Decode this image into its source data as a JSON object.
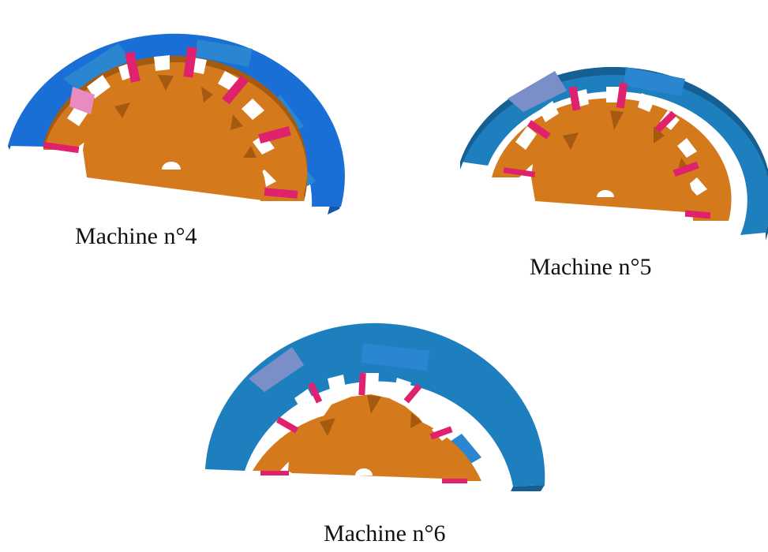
{
  "captions": {
    "machine4": "Machine n°4",
    "machine5": "Machine n°5",
    "machine6": "Machine n°6"
  },
  "colors": {
    "stator": "#1a6fd6",
    "stator_dark": "#1356ad",
    "stator_alt": "#2a86d0",
    "rotor": "#d47a1c",
    "rotor_dark": "#a65a10",
    "magnet": "#e0226e",
    "magnet_light": "#e98bc0",
    "slot_inner": "#7a8fc8",
    "background": "#ffffff"
  }
}
